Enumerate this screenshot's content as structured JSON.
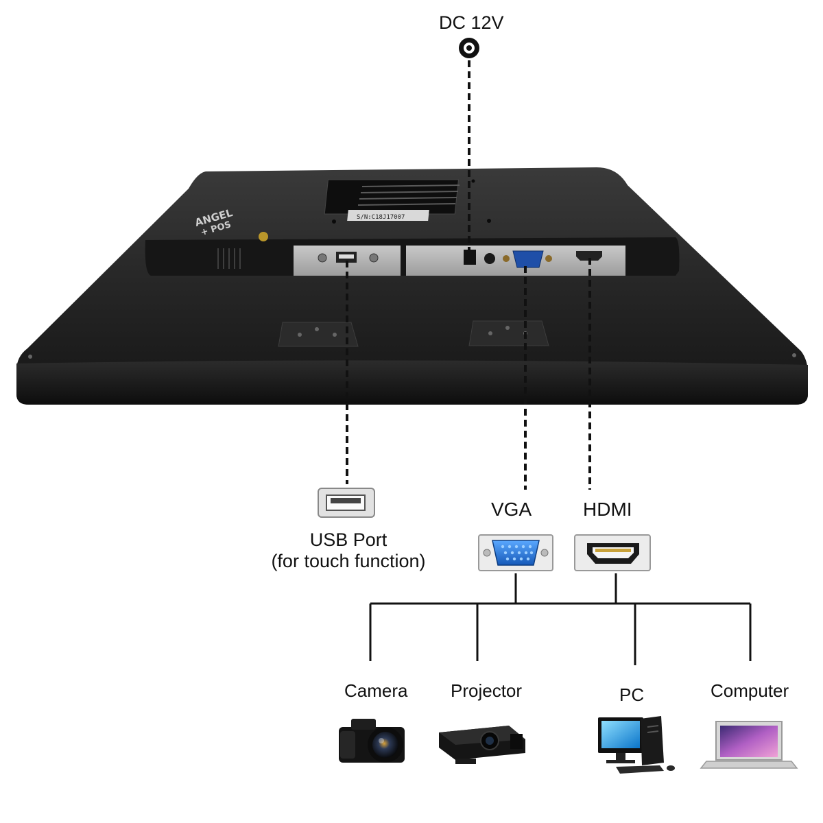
{
  "labels": {
    "dc": "DC 12V",
    "usb_line1": "USB Port",
    "usb_line2": "(for touch function)",
    "vga": "VGA",
    "hdmi": "HDMI"
  },
  "devices": [
    {
      "label": "Camera",
      "icon": "camera-icon"
    },
    {
      "label": "Projector",
      "icon": "projector-icon"
    },
    {
      "label": "PC",
      "icon": "desktop-pc-icon"
    },
    {
      "label": "Computer",
      "icon": "laptop-icon"
    }
  ],
  "monitor": {
    "brand_line1": "ANGEL",
    "brand_line2": "+ POS",
    "serial": "S/N:C18J17007"
  },
  "colors": {
    "monitor_body": "#1c1c1c",
    "port_panel": "#b5b5b5",
    "vga_connector": "#1f6fd6",
    "background": "#ffffff"
  }
}
